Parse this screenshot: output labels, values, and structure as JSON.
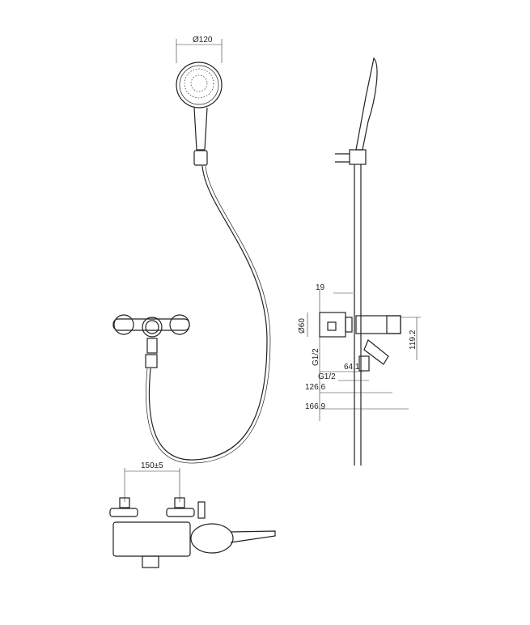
{
  "dimensions": {
    "head_diameter": "Ø120",
    "wall_offset": "19",
    "flange_diameter": "Ø60",
    "inlet_thread": "G1/2",
    "outlet_thread": "G1/2",
    "outlet_offset": "64.1",
    "body_height": "119.2",
    "depth_outlet": "126.6",
    "depth_total": "166.9",
    "inlet_spacing": "150±5"
  }
}
